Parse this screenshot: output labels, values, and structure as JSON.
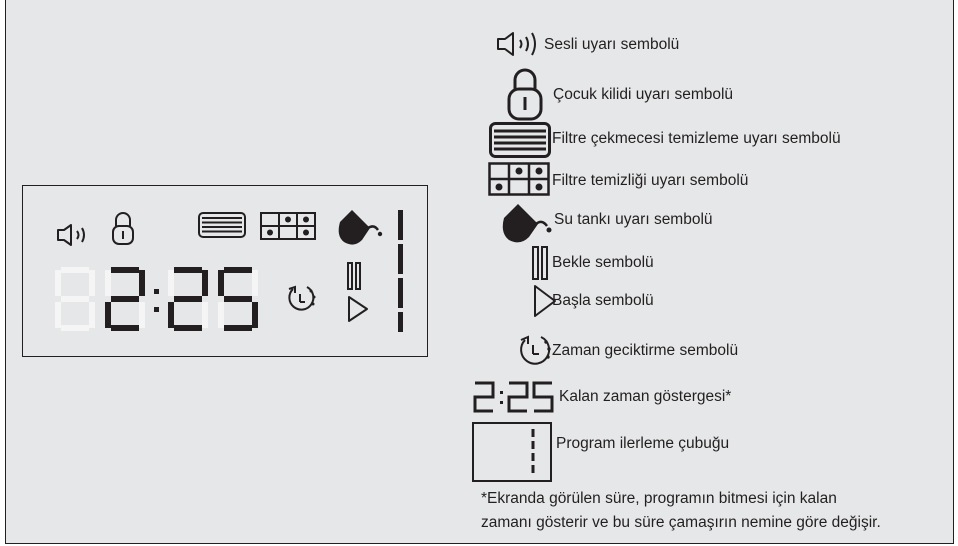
{
  "display": {
    "time_hours": "2",
    "time_minutes": "25"
  },
  "legend": {
    "items": [
      {
        "icon": "speaker-icon",
        "label": "Sesli uyarı sembolü"
      },
      {
        "icon": "padlock-icon",
        "label": "Çocuk kilidi uyarı sembolü"
      },
      {
        "icon": "filter-drawer-icon",
        "label": "Filtre çekmecesi temizleme uyarı sembolü"
      },
      {
        "icon": "filter-grid-icon",
        "label": "Filtre temizliği uyarı sembolü"
      },
      {
        "icon": "water-tank-icon",
        "label": "Su tankı uyarı sembolü"
      },
      {
        "icon": "pause-icon",
        "label": "Bekle sembolü"
      },
      {
        "icon": "play-icon",
        "label": "Başla sembolü"
      },
      {
        "icon": "timer-icon",
        "label": "Zaman geciktirme sembolü"
      },
      {
        "icon": "remaining-time-digits",
        "label": "Kalan zaman göstergesi*"
      },
      {
        "icon": "progress-bar-icon",
        "label": "Program ilerleme çubuğu"
      }
    ],
    "footnote_line1": "*Ekranda görülen süre, programın bitmesi için kalan",
    "footnote_line2": "zamanı gösterir ve bu süre çamaşırın nemine göre değişir."
  },
  "colors": {
    "background": "#e6e7e8",
    "ink": "#231f20",
    "unlit_segment": "#f5f5f5"
  }
}
